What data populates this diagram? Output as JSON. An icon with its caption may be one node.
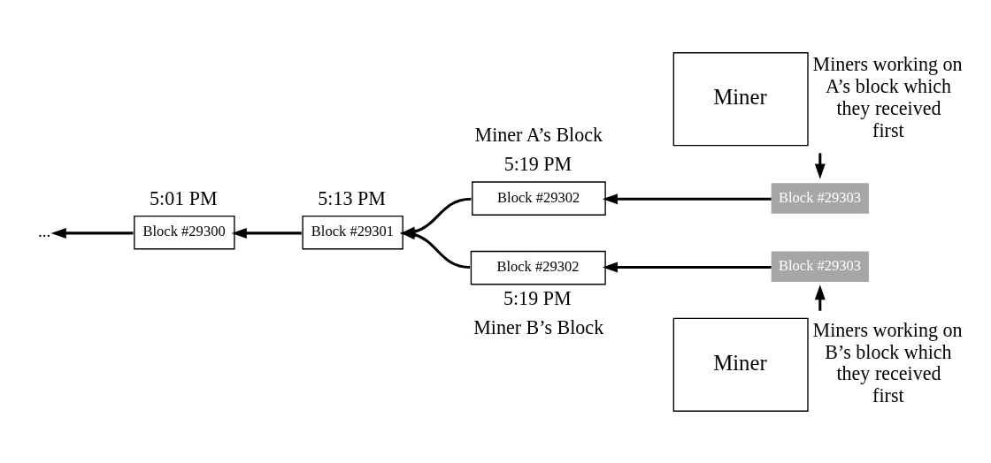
{
  "diagram": {
    "nodes": [
      {
        "text": [
          "..."
        ]
      },
      {
        "text": [
          "Block #29300"
        ],
        "beside": [
          "5:01 PM"
        ]
      },
      {
        "text": [
          "Block #29301"
        ],
        "beside": [
          "5:13 PM"
        ]
      },
      {
        "text": [
          "Block #29302"
        ],
        "beside": [
          "Miner A’s Block",
          "5:19 PM"
        ]
      },
      {
        "text": [
          "Block #29302"
        ],
        "beside": [
          "5:19 PM",
          "Miner B’s Block"
        ]
      },
      {
        "text": [
          "Block #29303"
        ]
      },
      {
        "text": [
          "Block #29303"
        ]
      },
      {
        "text": [
          "Miner"
        ],
        "beside": [
          "Miners working on A’s block which they received first"
        ]
      },
      {
        "text": [
          "Miner"
        ],
        "beside": [
          "Miners working on B’s block which they received first"
        ]
      }
    ],
    "edges": [
      {
        "from": 1,
        "to": 0,
        "arrow": "to"
      },
      {
        "from": 2,
        "to": 1,
        "arrow": "to"
      },
      {
        "from": 3,
        "to": 2,
        "arrow": "to"
      },
      {
        "from": 4,
        "to": 2,
        "arrow": "to"
      },
      {
        "from": 5,
        "to": 3,
        "arrow": "to"
      },
      {
        "from": 6,
        "to": 4,
        "arrow": "to"
      },
      {
        "from": 7,
        "to": 5,
        "arrow": "to"
      },
      {
        "from": 8,
        "to": 6,
        "arrow": "to"
      }
    ]
  }
}
